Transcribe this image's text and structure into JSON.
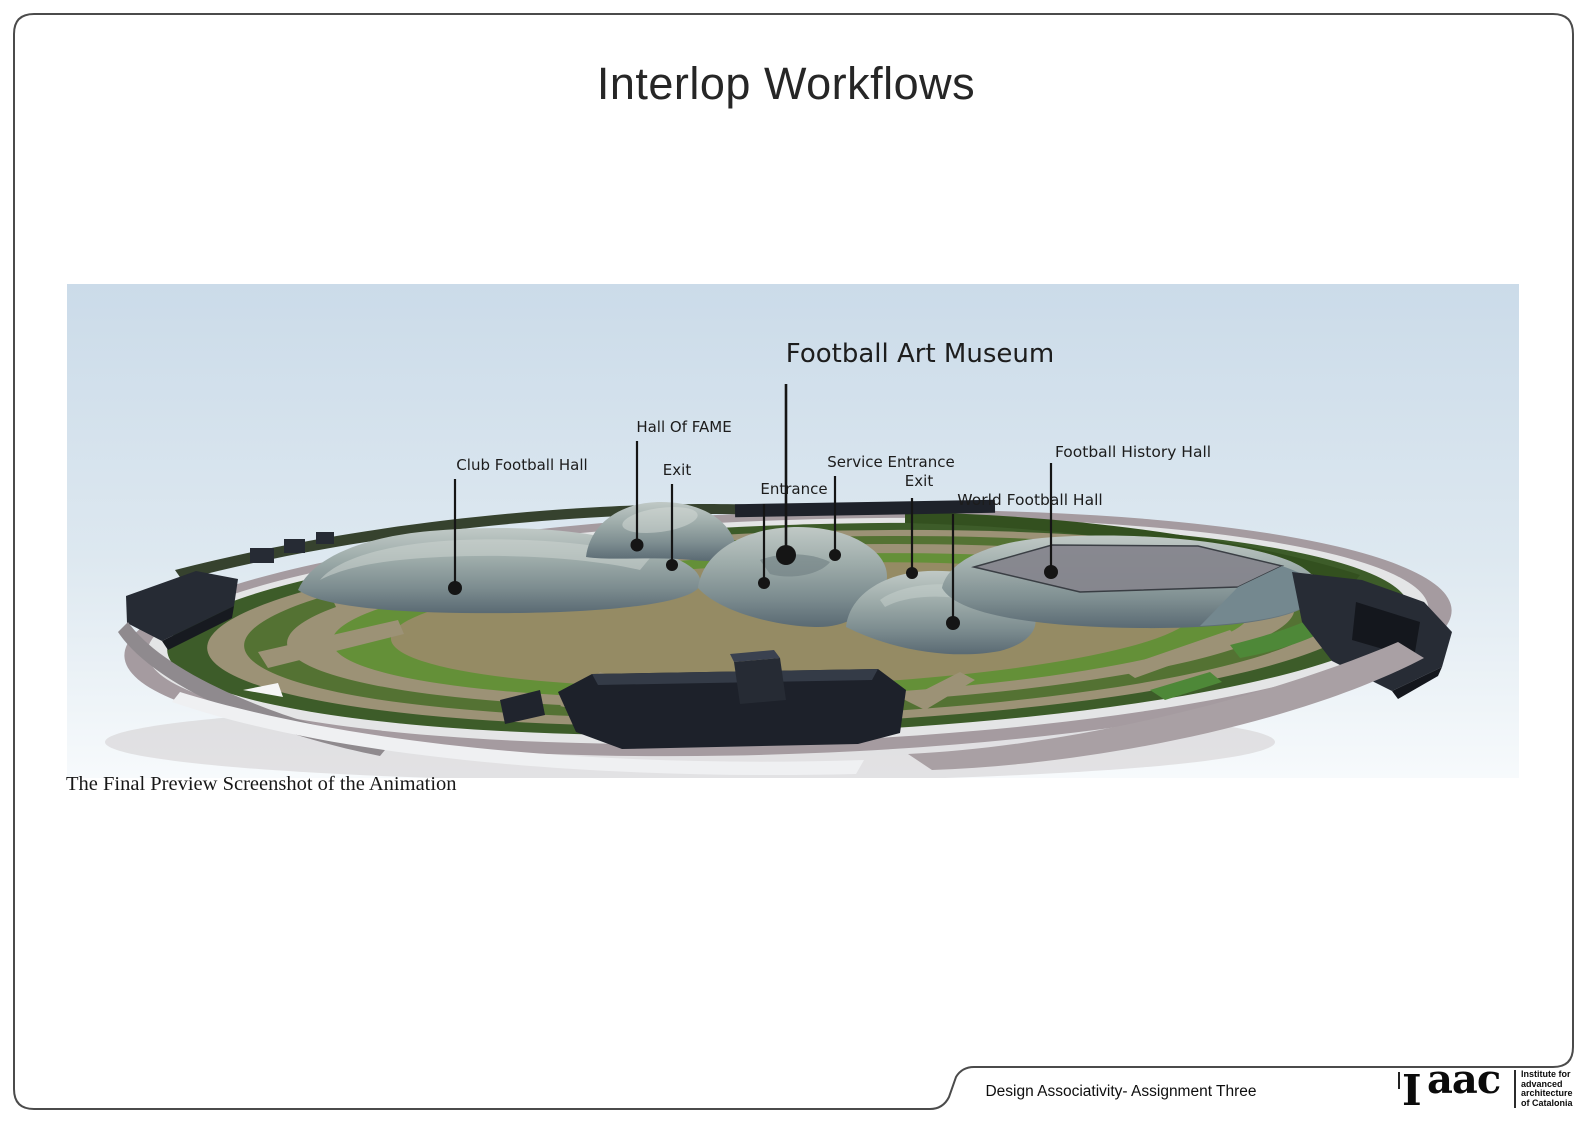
{
  "slide": {
    "title": "Interlop Workflows",
    "caption": "The Final Preview Screenshot of the Animation"
  },
  "diagram": {
    "heading": "Football Art Museum",
    "labels": [
      {
        "text": "Club Football Hall"
      },
      {
        "text": "Hall Of FAME"
      },
      {
        "text": "Exit"
      },
      {
        "text": "Entrance"
      },
      {
        "text": "Service Entrance"
      },
      {
        "text": "Exit"
      },
      {
        "text": "World Football Hall"
      },
      {
        "text": "Football History Hall"
      }
    ]
  },
  "footer": {
    "assignment": "Design Associativity- Assignment Three",
    "logo": {
      "i": "I",
      "aac": "aac",
      "lines": [
        "Institute for",
        "advanced",
        "architecture",
        "of Catalonia"
      ]
    }
  },
  "colors": {
    "sky_top": "#cbdbe9",
    "sky_bottom": "#f7fafc",
    "ring_lavender": "#a59ba0",
    "ring_dark_green": "#3d5c29",
    "ring_mid_green": "#547233",
    "ring_bright_green": "#649038",
    "path_tan": "#9c9276",
    "plaza_tan": "#958b64",
    "building_light": "#c0c9c6",
    "building_dark": "#5a6a73",
    "structure_dark": "#1d212a",
    "leader_ink": "#151515",
    "border_gray": "#4b4b4b"
  }
}
